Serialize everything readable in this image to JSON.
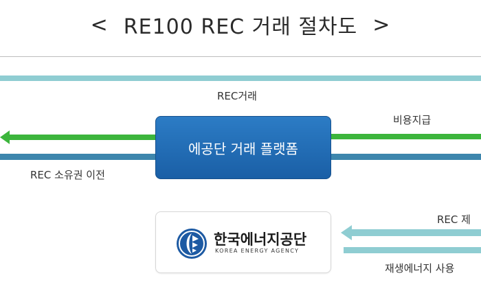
{
  "title": {
    "open": "<",
    "text": "RE100 REC 거래 절차도",
    "close": ">"
  },
  "flows": {
    "rec_trade": "REC거래",
    "payment": "비용지급",
    "ownership_transfer": "REC 소유권 이전",
    "rec_submit": "REC 제",
    "renewable_usage": "재생에너지  사용"
  },
  "platform": {
    "label": "에공단 거래 플랫폼"
  },
  "agency": {
    "name_kr": "한국에너지공단",
    "name_en": "KOREA ENERGY AGENCY"
  },
  "colors": {
    "platform_blue": "#1f6cb5",
    "green_arrow": "#3cb53c",
    "teal_bar": "#8fcdd2",
    "steel_bar": "#3d86ad"
  }
}
